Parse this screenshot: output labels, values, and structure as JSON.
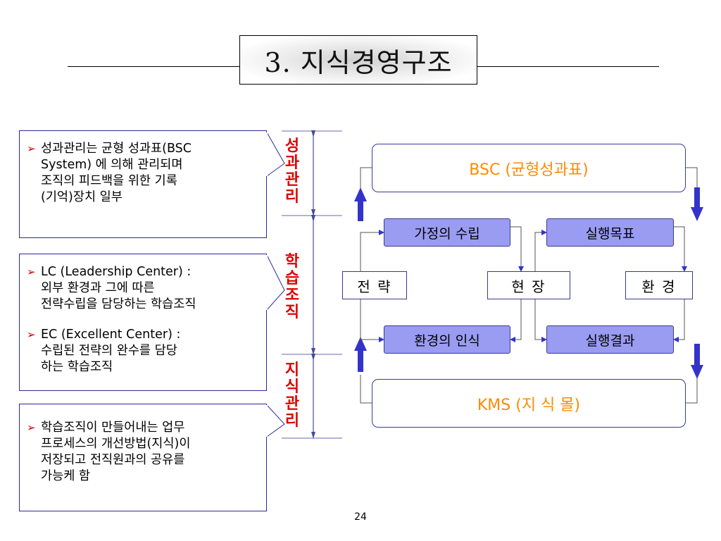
{
  "title": "3. 지식경영구조",
  "page_number": "24",
  "callouts": [
    {
      "items": [
        "성과관리는 균형 성과표(BSC\nSystem) 에 의해 관리되며\n조직의 피드백을 위한 기록\n(기억)장치 일부"
      ]
    },
    {
      "items": [
        "LC (Leadership Center) :\n외부 환경과 그에 따른\n전략수립을 담당하는 학습조직",
        "EC (Excellent Center) :\n수립된 전략의 완수를 담당\n하는 학습조직"
      ]
    },
    {
      "items": [
        "학습조직이 만들어내는 업무\n프로세스의 개선방법(지식)이\n저장되고 전직원과의 공유를\n가능케 함"
      ]
    }
  ],
  "side_labels": {
    "performance": "성과관리",
    "learning": "학습조직",
    "knowledge": "지식관리"
  },
  "diagram": {
    "bsc": "BSC (균형성과표)",
    "kms": "KMS (지 식 몰)",
    "hypothesis": "가정의 수립",
    "exec_goal": "실행목표",
    "env_recognition": "환경의 인식",
    "exec_result": "실행결과",
    "strategy": "전 략",
    "field": "현 장",
    "environment": "환 경"
  },
  "colors": {
    "accent_label": "#e00000",
    "box_title": "#ff8a00",
    "step_fill": "#9a9cf2",
    "arrow": "#3333cc",
    "border": "#2a2a9a"
  }
}
